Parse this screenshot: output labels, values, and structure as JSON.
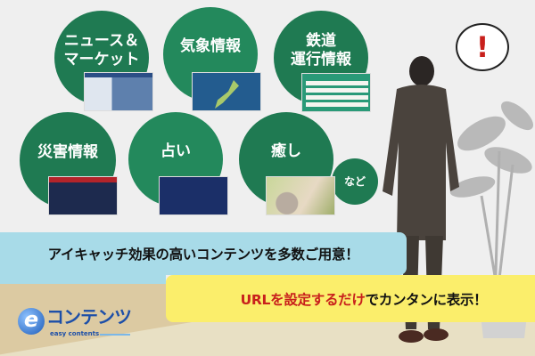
{
  "categories": [
    {
      "label": "ニュース＆\nマーケット",
      "line1": "ニュース＆",
      "line2": "マーケット",
      "thumb": "news-screen"
    },
    {
      "label": "気象情報",
      "thumb": "weather-map-screen"
    },
    {
      "label": "鉄道\n運行情報",
      "line1": "鉄道",
      "line2": "運行情報",
      "thumb": "rail-status-screen"
    },
    {
      "label": "災害情報",
      "thumb": "disaster-info-screen"
    },
    {
      "label": "占い",
      "thumb": "fortune-screen"
    },
    {
      "label": "癒し",
      "thumb": "kitten-photo"
    }
  ],
  "etc_label": "など",
  "headline": "アイキャッチ効果の高いコンテンツを多数ご用意！",
  "subline": {
    "highlight": "URLを設定するだけ",
    "rest": "でカンタンに表示！"
  },
  "bubble_mark": "!",
  "logo": {
    "jp": "コンテンツ",
    "en": "easy contents",
    "e": "e"
  },
  "colors": {
    "circle": "#1f7a52",
    "banner_blue": "#a8dbe8",
    "banner_yellow": "#fbee6b",
    "highlight_red": "#c8201c"
  }
}
